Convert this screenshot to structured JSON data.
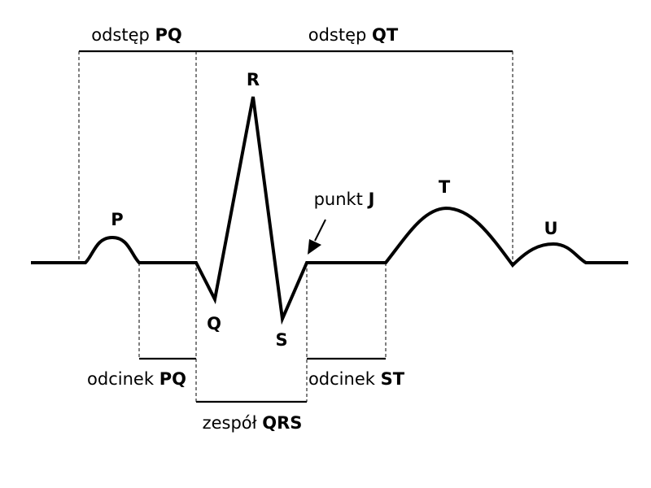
{
  "wave_labels": {
    "p": "P",
    "q": "Q",
    "r": "R",
    "s": "S",
    "t": "T",
    "u": "U"
  },
  "intervals": {
    "pq": {
      "prefix": "odstęp",
      "name": "PQ"
    },
    "qt": {
      "prefix": "odstęp",
      "name": "QT"
    }
  },
  "segments": {
    "pq": {
      "prefix": "odcinek",
      "name": "PQ"
    },
    "st": {
      "prefix": "odcinek",
      "name": "ST"
    }
  },
  "complex": {
    "prefix": "zespół",
    "name": "QRS"
  },
  "j_point": {
    "prefix": "punkt",
    "name": "J"
  },
  "colors": {
    "line": "#000000",
    "background": "#ffffff"
  }
}
